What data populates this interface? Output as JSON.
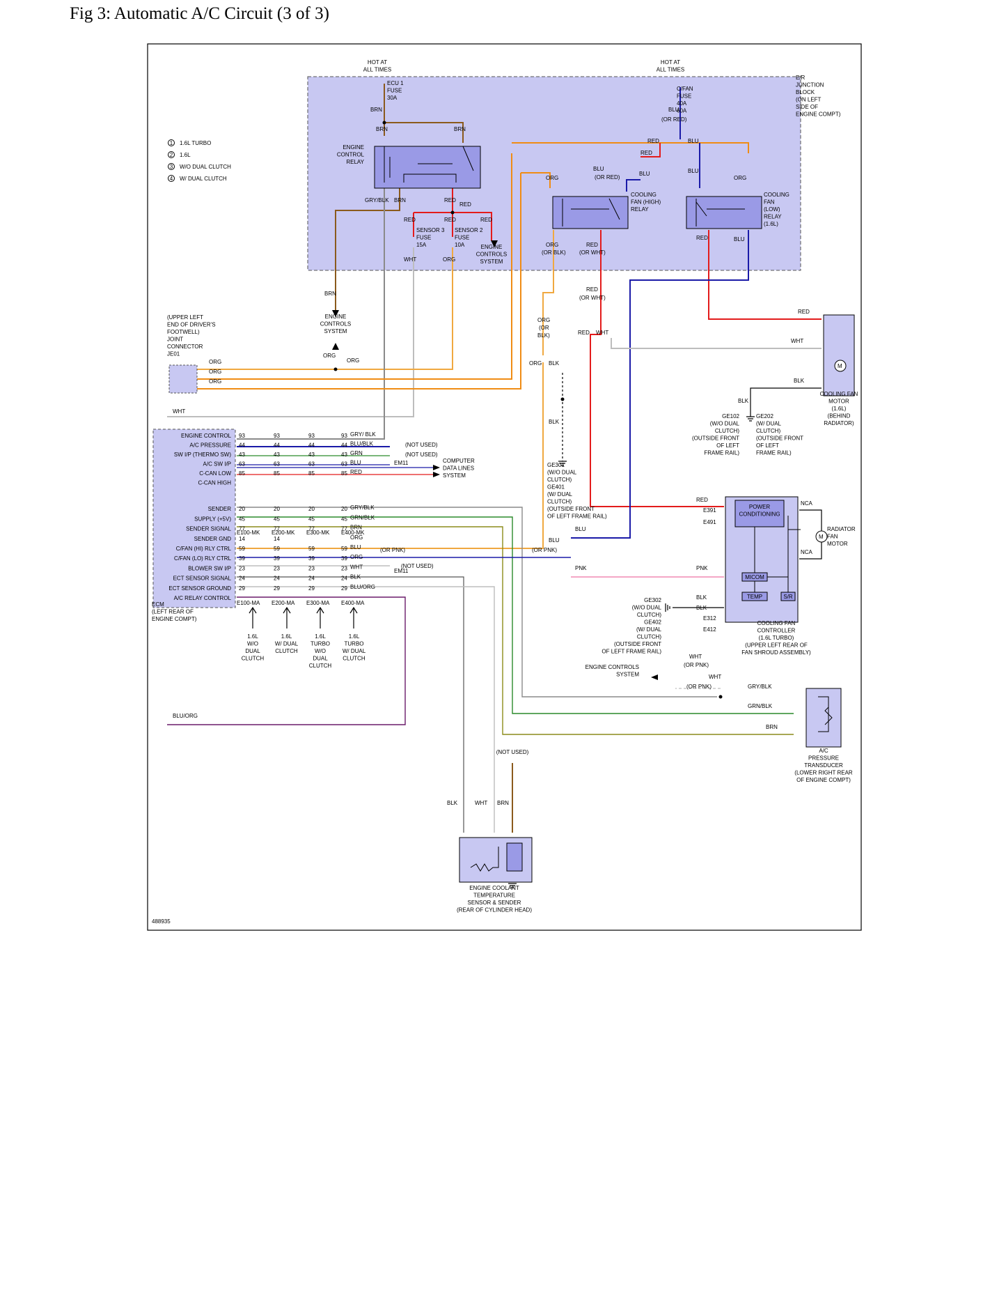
{
  "title": "Fig 3: Automatic A/C Circuit (3 of 3)",
  "figure_id": "488935",
  "legend": [
    {
      "num": "1",
      "label": "1.6L TURBO"
    },
    {
      "num": "2",
      "label": "1.6L"
    },
    {
      "num": "3",
      "label": "W/O DUAL CLUTCH"
    },
    {
      "num": "4",
      "label": "W/ DUAL CLUTCH"
    }
  ],
  "junction_block": {
    "label": [
      "E/R",
      "JUNCTION",
      "BLOCK",
      "(ON LEFT",
      "SIDE OF",
      "ENGINE COMPT)"
    ]
  },
  "hot_at_all_times": [
    "HOT AT",
    "ALL TIMES"
  ],
  "ecu_fuse": [
    "ECU 1",
    "FUSE",
    "30A"
  ],
  "cfan_fuse": [
    "C/FAN",
    "FUSE",
    "40A",
    "60A"
  ],
  "engine_control_relay": [
    "ENGINE",
    "CONTROL",
    "RELAY"
  ],
  "cooling_fan_high_relay": [
    "COOLING",
    "FAN (HIGH)",
    "RELAY"
  ],
  "cooling_fan_low_relay": [
    "COOLING",
    "FAN",
    "(LOW)",
    "RELAY",
    "(1.6L)"
  ],
  "sensor3_fuse": [
    "SENSOR 3",
    "FUSE",
    "15A"
  ],
  "sensor2_fuse": [
    "SENSOR 2",
    "FUSE",
    "10A"
  ],
  "engine_controls_system": [
    "ENGINE",
    "CONTROLS",
    "SYSTEM"
  ],
  "joint_connector": [
    "(UPPER LEFT",
    "END OF DRIVER'S",
    "FOOTWELL)",
    "JOINT",
    "CONNECTOR",
    "JE01"
  ],
  "cooling_fan_motor": [
    "COOLING FAN",
    "MOTOR",
    "(1.6L)",
    "(BEHIND",
    "RADIATOR)"
  ],
  "ground_ge102": [
    "GE102",
    "(W/O DUAL",
    "CLUTCH)",
    "(OUTSIDE FRONT",
    "OF LEFT",
    "FRAME RAIL)"
  ],
  "ground_ge202": [
    "GE202",
    "(W/ DUAL",
    "CLUTCH)",
    "(OUTSIDE FRONT",
    "OF LEFT",
    "FRAME RAIL)"
  ],
  "ground_ge301": [
    "GE301",
    "(W/O DUAL",
    "CLUTCH)",
    "GE401",
    "(W/ DUAL",
    "CLUTCH)",
    "(OUTSIDE FRONT",
    "OF LEFT FRAME RAIL)"
  ],
  "ground_ge302": [
    "GE302",
    "(W/O DUAL",
    "CLUTCH)",
    "GE402",
    "(W/ DUAL",
    "CLUTCH)",
    "(OUTSIDE FRONT",
    "OF LEFT FRAME RAIL)"
  ],
  "ecm": {
    "label": [
      "ECM",
      "(LEFT REAR OF",
      "ENGINE COMPT)"
    ],
    "pins": [
      {
        "name": "ENGINE CONTROL",
        "nums": [
          "93",
          "93",
          "93",
          "93"
        ],
        "wire": "GRY/ BLK"
      },
      {
        "name": "A/C PRESSURE",
        "nums": [
          "44",
          "44",
          "44",
          "44"
        ],
        "wire": "BLU/BLK"
      },
      {
        "name": "SW I/P (THERMO SW)",
        "nums": [
          "43",
          "43",
          "43",
          "43"
        ],
        "wire": "GRN"
      },
      {
        "name": "A/C SW I/P",
        "nums": [
          "63",
          "63",
          "63",
          "63"
        ],
        "wire": "BLU"
      },
      {
        "name": "C-CAN LOW",
        "nums": [
          "85",
          "85",
          "85",
          "85"
        ],
        "wire": "RED"
      },
      {
        "name": "C-CAN HIGH",
        "nums": [
          "",
          "",
          "",
          ""
        ],
        "wire": ""
      },
      {
        "name": "SENDER",
        "nums": [
          "20",
          "20",
          "20",
          "20"
        ],
        "wire": "GRY/BLK"
      },
      {
        "name": "SUPPLY (+5V)",
        "nums": [
          "45",
          "45",
          "45",
          "45"
        ],
        "wire": "GRN/BLK"
      },
      {
        "name": "SENDER SIGNAL",
        "nums": [
          "77",
          "77",
          "77",
          "77"
        ],
        "wire": "BRN"
      },
      {
        "name": "SENDER GND",
        "nums": [
          "14",
          "14",
          "",
          ""
        ],
        "wire": "ORG"
      },
      {
        "name": "C/FAN (HI) RLY CTRL",
        "nums": [
          "59",
          "59",
          "59",
          "59"
        ],
        "wire": "BLU"
      },
      {
        "name": "C/FAN (LO) RLY CTRL",
        "nums": [
          "39",
          "39",
          "39",
          "39"
        ],
        "wire": "ORG"
      },
      {
        "name": "BLOWER SW I/P",
        "nums": [
          "23",
          "23",
          "23",
          "23"
        ],
        "wire": "WHT"
      },
      {
        "name": "ECT SENSOR SIGNAL",
        "nums": [
          "24",
          "24",
          "24",
          "24"
        ],
        "wire": "BLK"
      },
      {
        "name": "ECT SENSOR GROUND",
        "nums": [
          "29",
          "29",
          "29",
          "29"
        ],
        "wire": "BLU/ORG"
      },
      {
        "name": "A/C RELAY CONTROL",
        "nums": [
          "",
          "",
          "",
          ""
        ],
        "wire": ""
      }
    ],
    "connectors_mk": [
      "E100-MK",
      "E200-MK",
      "E300-MK",
      "E400-MK"
    ],
    "connectors_ma": [
      "E100-MA",
      "E200-MA",
      "E300-MA",
      "E400-MA"
    ],
    "variants": [
      [
        "1.6L",
        "W/O",
        "DUAL",
        "CLUTCH"
      ],
      [
        "1.6L",
        "W/ DUAL",
        "CLUTCH"
      ],
      [
        "1.6L",
        "TURBO",
        "W/O",
        "DUAL",
        "CLUTCH"
      ],
      [
        "1.6L",
        "TURBO",
        "W/ DUAL",
        "CLUTCH"
      ]
    ]
  },
  "not_used": "(NOT USED)",
  "em11": "EM11",
  "computer_data_lines": [
    "COMPUTER",
    "DATA LINES",
    "SYSTEM"
  ],
  "cooling_fan_controller": {
    "label": [
      "COOLING FAN",
      "CONTROLLER",
      "(1.6L TURBO)",
      "(UPPER LEFT REAR OF",
      "FAN SHROUD ASSEMBLY)"
    ],
    "power_conditioning": [
      "POWER",
      "CONDITIONING"
    ],
    "micom": "MICOM",
    "temp": "TEMP",
    "sr": "S/R",
    "nca": "NCA"
  },
  "radiator_fan_motor": [
    "RADIATOR",
    "FAN",
    "MOTOR"
  ],
  "ac_pressure_transducer": [
    "A/C",
    "PRESSURE",
    "TRANSDUCER",
    "(LOWER RIGHT REAR",
    "OF ENGINE COMPT)"
  ],
  "ect_sensor": [
    "ENGINE COOLANT",
    "TEMPERATURE",
    "SENSOR & SENDER",
    "(REAR OF CYLINDER HEAD)"
  ],
  "connectors": {
    "e391": "E391",
    "e491": "E491",
    "e312": "E312",
    "e412": "E412"
  },
  "colors": {
    "shade": "#c8c8f2",
    "component": "#9a9ae6",
    "red": "#e31b1b",
    "blue": "#1a1aa8",
    "orange": "#f08c14",
    "brown": "#8b5a1c",
    "green": "#2a8a2a",
    "pink": "#f08ab4",
    "purple": "#6a1a6a",
    "gray": "#8a8a8a"
  }
}
